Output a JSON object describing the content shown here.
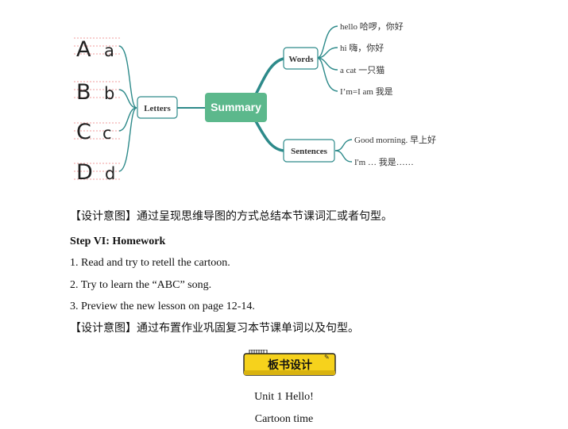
{
  "mindmap": {
    "center": "Summary",
    "branches": {
      "letters": "Letters",
      "words": "Words",
      "sentences": "Sentences"
    },
    "letters": [
      {
        "upper": "A",
        "lower": "a"
      },
      {
        "upper": "B",
        "lower": "b"
      },
      {
        "upper": "C",
        "lower": "c"
      },
      {
        "upper": "D",
        "lower": "d"
      }
    ],
    "words": [
      "hello 哈啰，你好",
      "hi 嗨，你好",
      "a cat 一只猫",
      "I’m=I am 我是"
    ],
    "sentences": [
      "Good morning. 早上好",
      "I'm … 我是……"
    ],
    "colors": {
      "center": "#5cb88c",
      "branch_stroke": "#2d8a8a",
      "letter_lines": "#e63a3a"
    }
  },
  "content": {
    "design_intent_1": "【设计意图】通过呈现思维导图的方式总结本节课词汇或者句型。",
    "step_title": "Step VI: Homework",
    "homework": [
      "1. Read and try to retell the cartoon.",
      "2. Try to learn the “ABC” song.",
      "3. Preview the new lesson on page 12-14."
    ],
    "design_intent_2": "【设计意图】通过布置作业巩固复习本节课单词以及句型。"
  },
  "board": {
    "banner_label": "板书设计",
    "unit_title": "Unit 1    Hello!",
    "subtitle": "Cartoon time",
    "colors": {
      "banner_fill": "#f6d21c",
      "banner_border": "#222222"
    }
  }
}
